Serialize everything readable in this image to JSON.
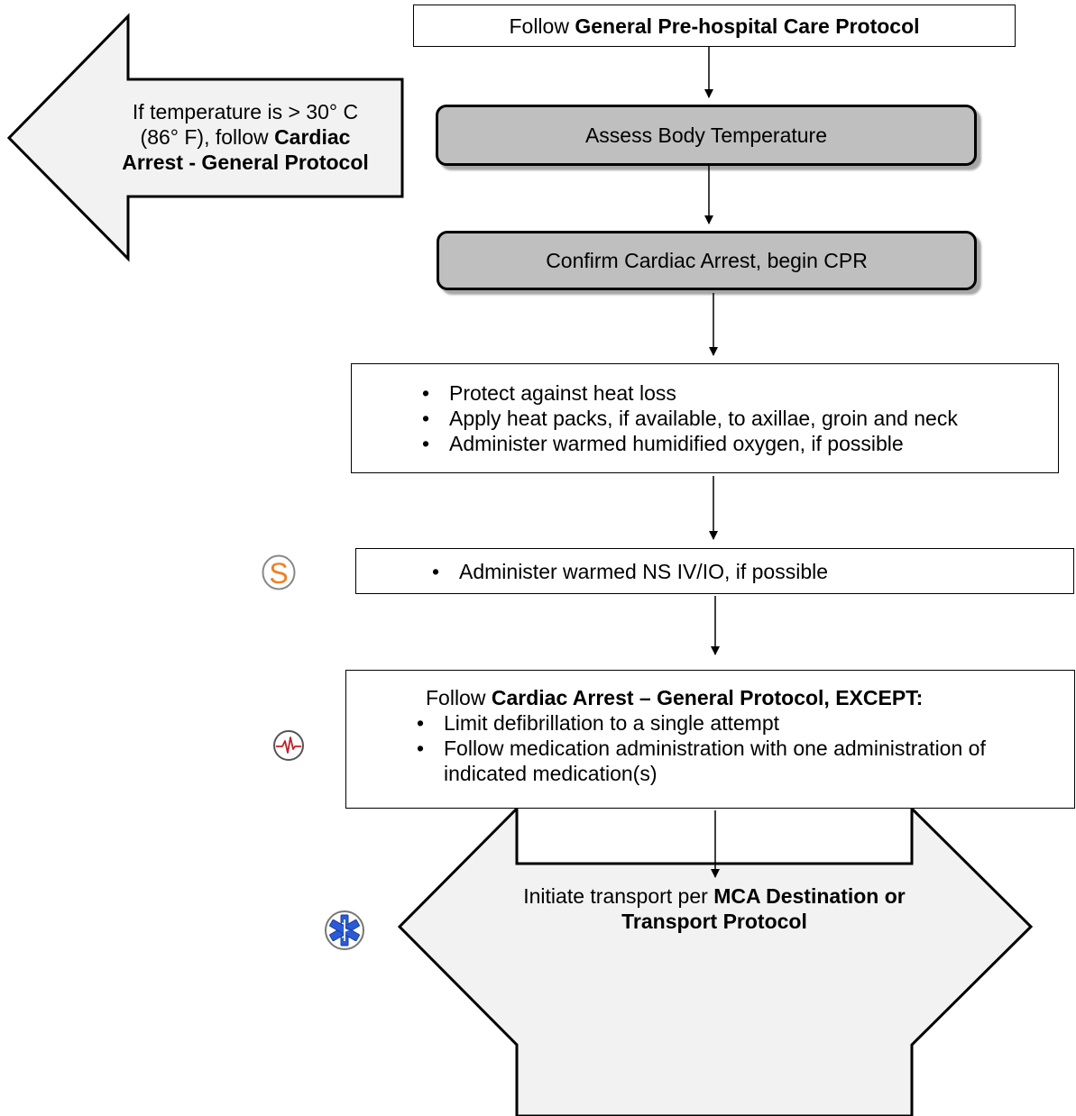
{
  "top_box": {
    "prefix": "Follow ",
    "bold": "General Pre-hospital Care Protocol"
  },
  "left_arrow": {
    "line1": "If temperature is > 30° C",
    "line2_plain": "(86° F), follow ",
    "line2_bold": "Cardiac",
    "line3_bold": "Arrest - General Protocol"
  },
  "assess_box": {
    "label": "Assess Body Temperature"
  },
  "confirm_box": {
    "label": "Confirm Cardiac Arrest, begin CPR"
  },
  "heat_box": {
    "items": [
      "Protect against heat loss",
      "Apply heat packs, if available, to axillae, groin and neck",
      "Administer warmed humidified oxygen, if possible"
    ]
  },
  "ns_box": {
    "items": [
      "Administer warmed NS IV/IO, if possible"
    ]
  },
  "cardiac_box": {
    "prefix": "Follow ",
    "bold": "Cardiac Arrest – General Protocol, EXCEPT:",
    "items": [
      "Limit defibrillation to a single attempt",
      "Follow medication administration with one administration of indicated medication(s)"
    ]
  },
  "transport_arrow": {
    "prefix": "Initiate transport per ",
    "bold1": "MCA Destination or",
    "bold2": "Transport Protocol"
  },
  "icons": {
    "s_icon": {
      "letter": "S",
      "color": "#f07f23"
    },
    "ecg_color": "#c0202a",
    "star_color": "#2a5bd7"
  }
}
